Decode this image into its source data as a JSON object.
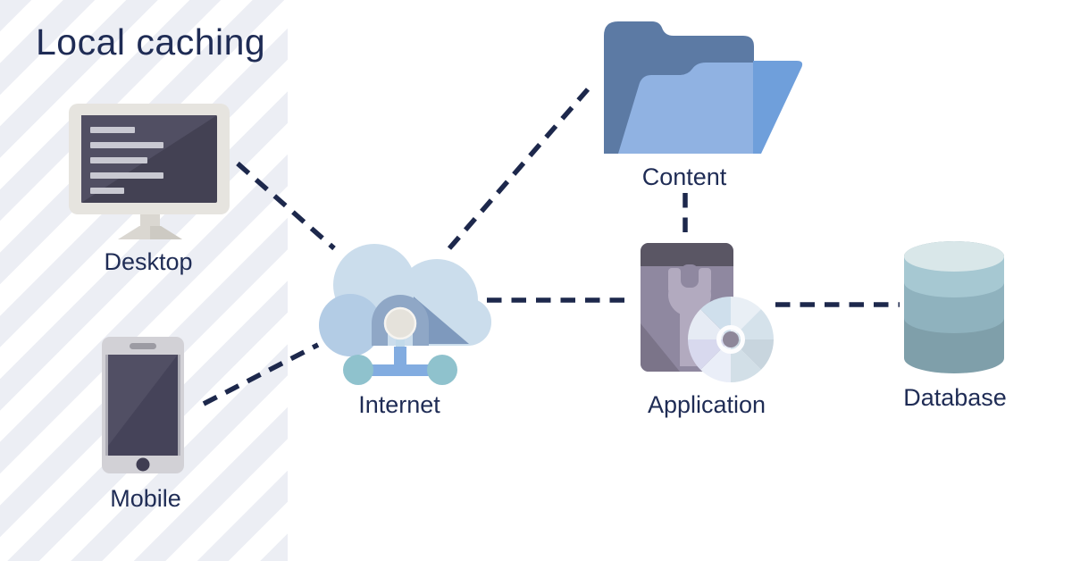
{
  "title": "Local caching",
  "zone": {
    "name": "local-caching-zone",
    "style": "diagonal-stripes"
  },
  "nodes": [
    {
      "id": "desktop",
      "label": "Desktop",
      "icon": "desktop-monitor-icon"
    },
    {
      "id": "mobile",
      "label": "Mobile",
      "icon": "mobile-phone-icon"
    },
    {
      "id": "internet",
      "label": "Internet",
      "icon": "cloud-network-icon"
    },
    {
      "id": "content",
      "label": "Content",
      "icon": "open-folder-icon"
    },
    {
      "id": "application",
      "label": "Application",
      "icon": "software-box-wrench-cd-icon"
    },
    {
      "id": "database",
      "label": "Database",
      "icon": "database-cylinder-icon"
    }
  ],
  "connections": [
    {
      "from": "desktop",
      "to": "internet",
      "style": "dashed"
    },
    {
      "from": "mobile",
      "to": "internet",
      "style": "dashed"
    },
    {
      "from": "internet",
      "to": "content",
      "style": "dashed"
    },
    {
      "from": "internet",
      "to": "application",
      "style": "dashed"
    },
    {
      "from": "content",
      "to": "application",
      "style": "dashed"
    },
    {
      "from": "application",
      "to": "database",
      "style": "dashed"
    }
  ],
  "colors": {
    "text_navy": "#1F2C55",
    "connector_navy": "#1D284C",
    "stripe_gray": "#ECEEF4",
    "background": "#FFFFFF",
    "cloud_light": "#CBDDEC",
    "cloud_mid": "#B3CCE5",
    "cloud_arch": "#8FA7C6",
    "node_teal": "#8FC2CD",
    "node_bar_blue": "#82ACE0",
    "folder_back": "#5C7AA4",
    "folder_front": "#90B2E2",
    "folder_side": "#6F9FDB",
    "app_box": "#8F88A0",
    "app_box_top": "#5A5664",
    "wrench": "#B2AABF",
    "db_top": "#D9E7E9",
    "db_band1": "#A6C8D2",
    "db_band2": "#8FB2BE",
    "db_band3": "#7F9FAA",
    "screen_dark": "#45435A",
    "device_gray": "#D2D1D6"
  }
}
